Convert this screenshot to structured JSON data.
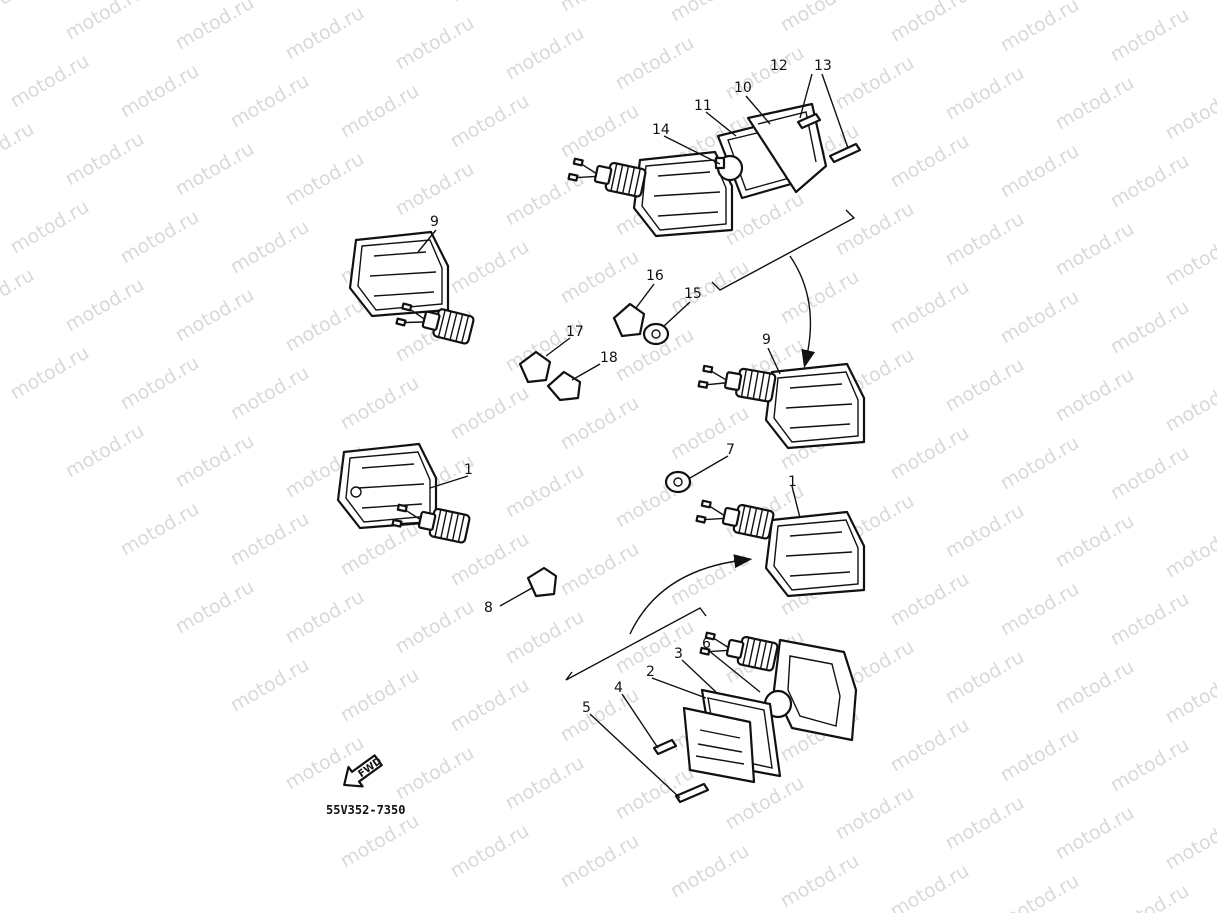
{
  "watermark": {
    "text": "motod.ru",
    "color": "#d9d9d9"
  },
  "part_number": "55V352-7350",
  "fwd_label": "FWD",
  "callouts": [
    "1",
    "1",
    "2",
    "3",
    "4",
    "5",
    "6",
    "7",
    "8",
    "9",
    "9",
    "10",
    "11",
    "12",
    "13",
    "14",
    "15",
    "16",
    "17",
    "18"
  ],
  "icons": [
    "fwd-arrow-icon"
  ]
}
